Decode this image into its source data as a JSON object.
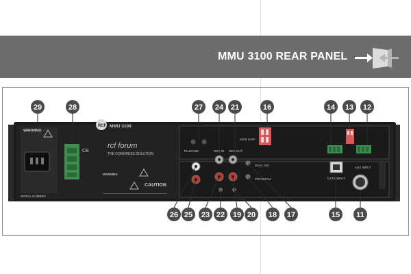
{
  "header": {
    "title": "MMU 3100 REAR PANEL",
    "icon": "rear-panel-arrow-icon",
    "color": "#6d6d6d"
  },
  "device": {
    "model": "MMU 3100",
    "brand_logo": "RCF",
    "product_line": "rcf forum",
    "subtitle": "THE CONGRESS SOLUTION",
    "serial_label": "SERIAL NUMBER",
    "caution_title": "CAUTION",
    "warning_left": "WARNING",
    "warning_mid": "WARNING",
    "panel_labels": {
      "telecom": "TELECOM",
      "rec_out": "REC OUT",
      "rec_in": "REC IN",
      "dual_mic": "DUAL MIC",
      "sign_disp": "SIGN DISP",
      "aux_in": "AUX INPUT",
      "data_input": "DATA INPUT",
      "program": "PROGRAM"
    }
  },
  "callouts": {
    "top": [
      "29",
      "28",
      "27",
      "24",
      "21",
      "16",
      "14",
      "13",
      "12"
    ],
    "bottom": [
      "26",
      "25",
      "23",
      "22",
      "19",
      "20",
      "18",
      "17",
      "15",
      "11"
    ]
  }
}
